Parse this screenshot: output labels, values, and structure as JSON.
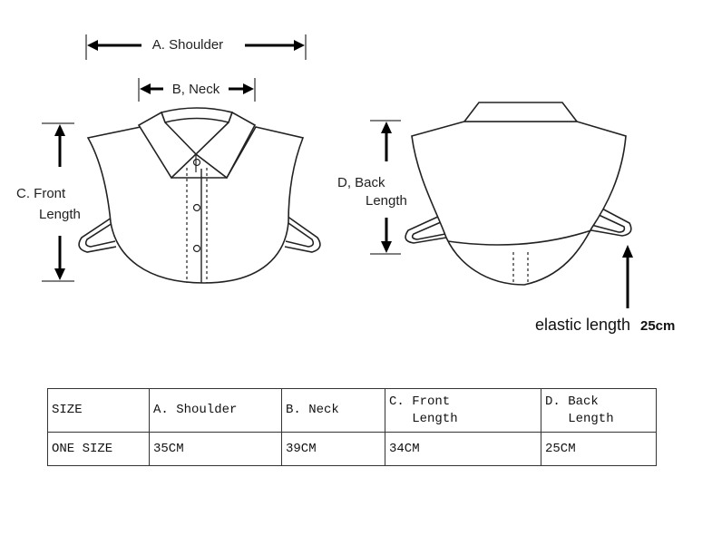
{
  "diagram": {
    "shoulder_label": "A. Shoulder",
    "neck_label": "B, Neck",
    "front_label_line1": "C. Front",
    "front_label_line2": "Length",
    "back_label_line1": "D, Back",
    "back_label_line2": "Length",
    "elastic_label": "elastic length",
    "elastic_value": "25cm"
  },
  "table": {
    "headers": [
      "SIZE",
      "A. Shoulder",
      "B. Neck",
      "C. Front\n   Length",
      "D. Back\n   Length"
    ],
    "rows": [
      [
        "ONE SIZE",
        "35CM",
        "39CM",
        "34CM",
        "25CM"
      ]
    ]
  }
}
